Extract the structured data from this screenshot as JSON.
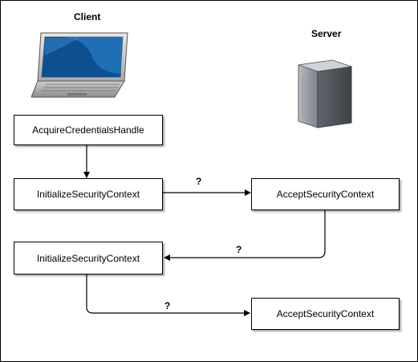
{
  "client": {
    "label": "Client"
  },
  "server": {
    "label": "Server"
  },
  "boxes": {
    "acquire": "AcquireCredentialsHandle",
    "init1": "InitializeSecurityContext",
    "accept1": "AcceptSecurityContext",
    "init2": "InitializeSecurityContext",
    "accept2": "AcceptSecurityContext"
  },
  "markers": {
    "q1": "?",
    "q2": "?",
    "q3": "?"
  },
  "icons": {
    "client": "laptop-icon",
    "server": "server-tower-icon"
  },
  "colors": {
    "screen": "#1f6fb5",
    "server_body": "#7a8088"
  }
}
